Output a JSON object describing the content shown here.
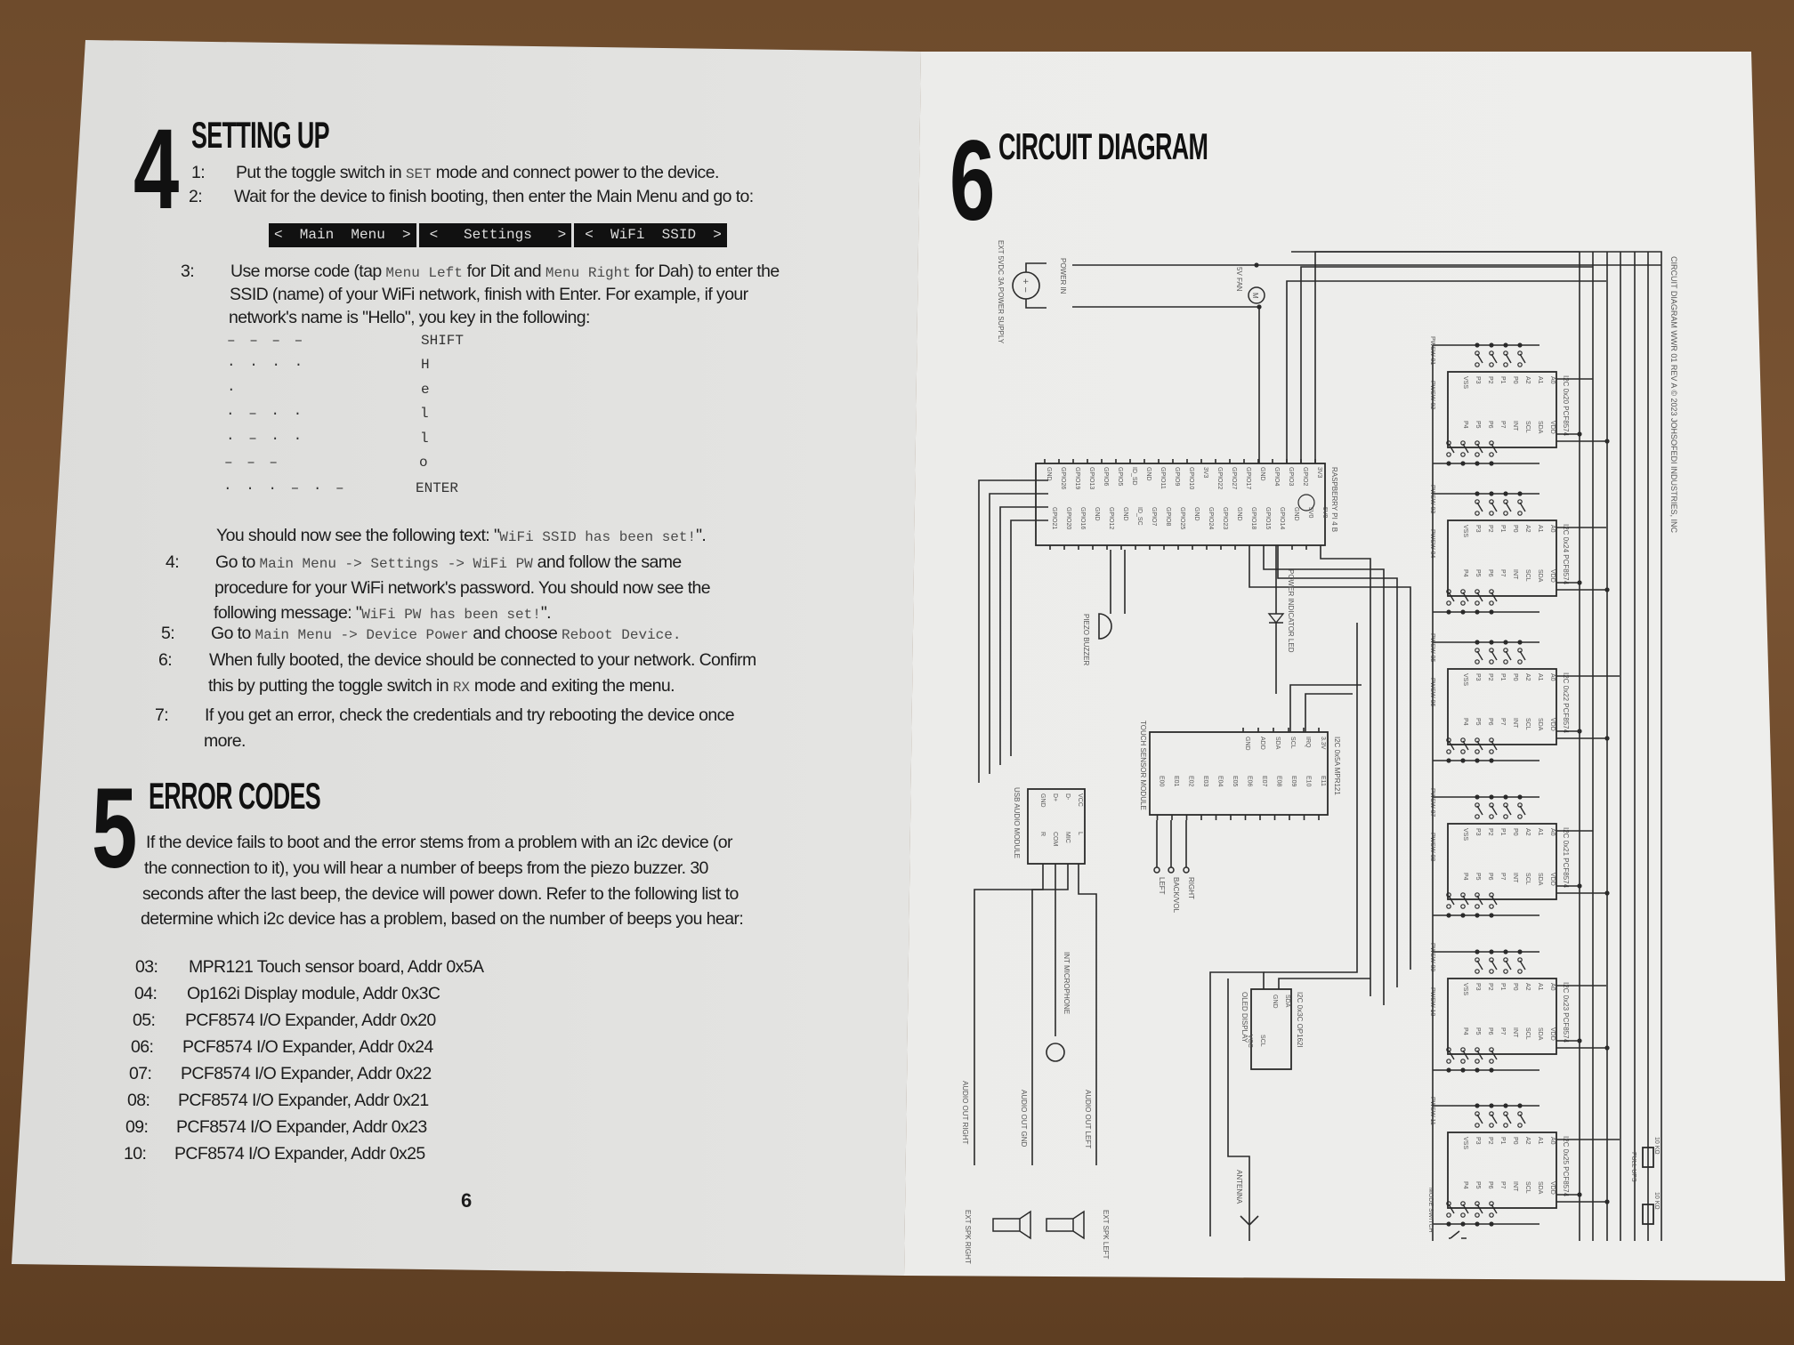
{
  "left_page": {
    "section4": {
      "number": "4",
      "title": "SETTING UP",
      "step1": {
        "num": "1:",
        "a": "Put the toggle switch in ",
        "code": "SET",
        "b": " mode and connect power to the device."
      },
      "step2": {
        "num": "2:",
        "text": "Wait for the device to finish booting, then enter the Main Menu and go to:"
      },
      "menu_path": [
        "<  Main  Menu  >",
        "<   Settings   >",
        "<  WiFi  SSID  >"
      ],
      "step3": {
        "num": "3:",
        "line1a": "Use morse code (tap ",
        "code1": "Menu Left",
        "line1b": " for Dit and ",
        "code2": "Menu Right",
        "line1c": " for Dah) to enter the",
        "line2": "SSID (name) of your WiFi network, finish with Enter. For example, if your",
        "line3": "network's name is \"Hello\", you key in the following:"
      },
      "morse_table": [
        {
          "code": "– – – –",
          "char": "SHIFT"
        },
        {
          "code": "· · · ·",
          "char": "H"
        },
        {
          "code": "·",
          "char": "e"
        },
        {
          "code": "· – · ·",
          "char": "l"
        },
        {
          "code": "· – · ·",
          "char": "l"
        },
        {
          "code": "– – –",
          "char": "o"
        },
        {
          "code": "· · · – · –",
          "char": "ENTER"
        }
      ],
      "ssid_confirm": {
        "a": "You should now see the following text: \"",
        "code": "WiFi SSID has been set!",
        "b": "\"."
      },
      "step4": {
        "num": "4:",
        "a": "Go to ",
        "code": "Main Menu -> Settings -> WiFi PW",
        "b": " and follow the same",
        "line2": "procedure for your WiFi network's password. You should now see the",
        "line3a": "following message: \"",
        "code2": "WiFi PW has been set!",
        "line3b": "\"."
      },
      "step5": {
        "num": "5:",
        "a": "Go to ",
        "code": "Main Menu -> Device Power",
        "b": " and choose ",
        "code2": "Reboot Device."
      },
      "step6": {
        "num": "6:",
        "line1": "When fully booted, the device should be connected to your network. Confirm",
        "line2a": "this by putting the toggle switch in ",
        "code": "RX",
        "line2b": " mode and exiting the menu."
      },
      "step7": {
        "num": "7:",
        "line1": "If you get an error, check the credentials and try rebooting the device once",
        "line2": "more."
      }
    },
    "section5": {
      "number": "5",
      "title": "ERROR CODES",
      "paragraph": [
        "If the device fails to boot and the error stems from a problem with an i2c device (or",
        "the connection to it), you will hear a number of beeps from the piezo buzzer. 30",
        "seconds after the last beep, the device will power down. Refer to the following list to",
        "determine which i2c device has a problem, based on the number of beeps you hear:"
      ],
      "codes": [
        {
          "beeps": "03:",
          "device": "MPR121 Touch sensor board, Addr 0x5A"
        },
        {
          "beeps": "04:",
          "device": "Op162i Display module, Addr 0x3C"
        },
        {
          "beeps": "05:",
          "device": "PCF8574 I/O Expander, Addr 0x20"
        },
        {
          "beeps": "06:",
          "device": "PCF8574 I/O Expander, Addr 0x24"
        },
        {
          "beeps": "07:",
          "device": "PCF8574 I/O Expander, Addr 0x22"
        },
        {
          "beeps": "08:",
          "device": "PCF8574 I/O Expander, Addr 0x21"
        },
        {
          "beeps": "09:",
          "device": "PCF8574 I/O Expander, Addr 0x23"
        },
        {
          "beeps": "10:",
          "device": "PCF8574 I/O Expander, Addr 0x25"
        }
      ]
    },
    "page_number": "6"
  },
  "right_page": {
    "section6": {
      "number": "6",
      "title": "CIRCUIT DIAGRAM"
    },
    "diagram": {
      "title_block": "CIRCUIT DIAGRAM   WWR 01   REV A   © 2023 JOHSOFEDI INDUSTRIES, INC",
      "power_supply": "EXT 5VDC 3A POWER SUPPLY",
      "power_in": "POWER IN",
      "fan": "5V FAN",
      "fan_symbol": "M",
      "rpi": "RASPBERRY PI 4 B",
      "rpi_pins_a": [
        "3V3",
        "GPIO2",
        "GPIO3",
        "GPIO4",
        "GND",
        "GPIO17",
        "GPIO27",
        "GPIO22",
        "3V3",
        "GPIO10",
        "GPIO9",
        "GPIO11",
        "GND",
        "ID_SD",
        "GPIO5",
        "GPIO6",
        "GPIO13",
        "GPIO19",
        "GPIO26",
        "GND"
      ],
      "rpi_pins_b": [
        "5V0",
        "5V0",
        "GND",
        "GPIO14",
        "GPIO15",
        "GPIO18",
        "GND",
        "GPIO23",
        "GPIO24",
        "GND",
        "GPIO25",
        "GPIO8",
        "GPIO7",
        "ID_SC",
        "GND",
        "GPIO12",
        "GND",
        "GPIO16",
        "GPIO20",
        "GPIO21"
      ],
      "piezo": "PIEZO BUZZER",
      "led": "POWER INDICATOR LED",
      "touch_module": "TOUCH SENSOR MODULE",
      "touch_chip": "I2C 0x5A   MPR121",
      "touch_pins_a": [
        "3.3V",
        "IRQ",
        "SCL",
        "SDA",
        "ADD",
        "GND"
      ],
      "touch_pins_b": [
        "E11",
        "E10",
        "E09",
        "E08",
        "E07",
        "E06",
        "E05",
        "E04",
        "E03",
        "E02",
        "E01",
        "E00"
      ],
      "touch_pads": [
        "RIGHT",
        "BACK/VOL",
        "LEFT"
      ],
      "usb_audio": "USB AUDIO MODULE",
      "usb_pins": [
        "VCC",
        "D-",
        "D+",
        "GND"
      ],
      "audio_pins": [
        "L",
        "MIC",
        "COM",
        "R"
      ],
      "microphone": "INT MICROPHONE",
      "audio_out_right": "AUDIO OUT RIGHT",
      "audio_out_gnd": "AUDIO OUT GND",
      "audio_out_left": "AUDIO OUT LEFT",
      "spk_right": "EXT SPK RIGHT",
      "spk_left": "EXT SPK LEFT",
      "oled": "OLED DISPLAY",
      "oled_chip": "I2C 0x3C   OP162I",
      "oled_pins": [
        "SDA",
        "GND",
        "SCL",
        "VCC"
      ],
      "antenna": "ANTENNA",
      "pcf_chips": [
        "I2C 0x20  PCF8574",
        "I2C 0x24  PCF8574",
        "I2C 0x22  PCF8574",
        "I2C 0x21  PCF8574",
        "I2C 0x23  PCF8574",
        "I2C 0x25  PCF8574"
      ],
      "pcf_pins_a": [
        "A0",
        "A1",
        "A2",
        "P0",
        "P1",
        "P2",
        "P3",
        "VSS"
      ],
      "pcf_pins_b": [
        "VDD",
        "SDA",
        "SCL",
        "INT",
        "P7",
        "P6",
        "P5",
        "P4"
      ],
      "switch_labels": [
        "PWSW 01",
        "PWSW 02",
        "PWSW 03",
        "PWSW 04",
        "PWSW 05",
        "PWSW 06",
        "PWSW 07",
        "PWSW 08",
        "PWSW 09",
        "PWSW 10",
        "PWSW 11"
      ],
      "mode_switch": "MODE SWITCH",
      "pull_ups": "PULL UPS",
      "resistors": [
        "10 KΩ",
        "10 KΩ"
      ]
    }
  }
}
